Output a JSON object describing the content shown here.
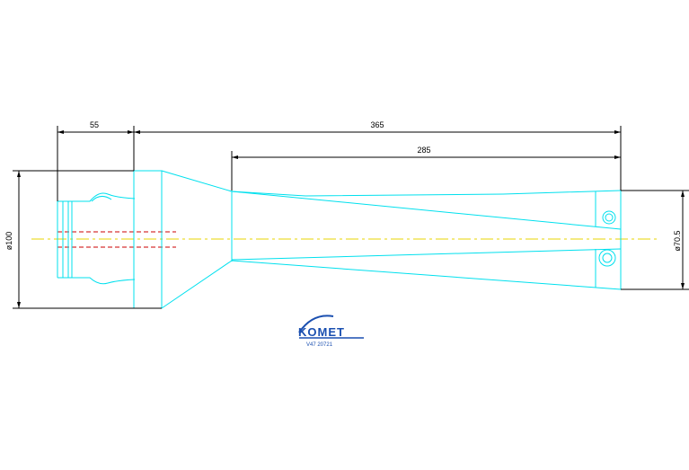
{
  "dimensions": {
    "len_left": "55",
    "len_total": "365",
    "len_shank": "285",
    "dia_left": "ø100",
    "dia_right": "ø70.5"
  },
  "logo": {
    "brand": "KOMET",
    "code": "V47 20721"
  },
  "colors": {
    "outline": "#00e0ee",
    "dimension": "#000000",
    "axis": "#e8d400",
    "hidden": "#cc0000",
    "logo": "#1a4fb0"
  }
}
